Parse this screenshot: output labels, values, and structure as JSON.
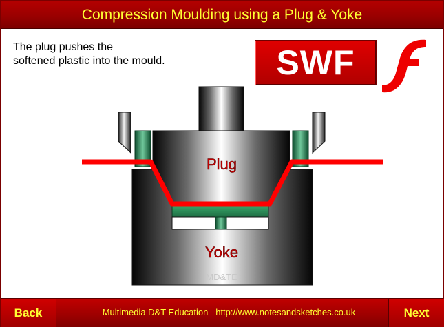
{
  "header": {
    "title": "Compression Moulding using a Plug & Yoke"
  },
  "description": {
    "line1": "The plug pushes the",
    "line2": "softened plastic into the mould."
  },
  "badge": {
    "swf_label": "SWF",
    "flash_icon": "flash-logo-icon"
  },
  "diagram": {
    "plug_label": "Plug",
    "yoke_label": "Yoke",
    "watermark": "MD&TE"
  },
  "footer": {
    "back_label": "Back",
    "next_label": "Next",
    "org_name": "Multimedia D&T Education",
    "url": "http://www.notesandsketches.co.uk"
  },
  "colors": {
    "header_red": "#9a0000",
    "title_yellow": "#ffff33",
    "plastic_red": "#ff0000",
    "guide_green": "#2e8b57"
  }
}
